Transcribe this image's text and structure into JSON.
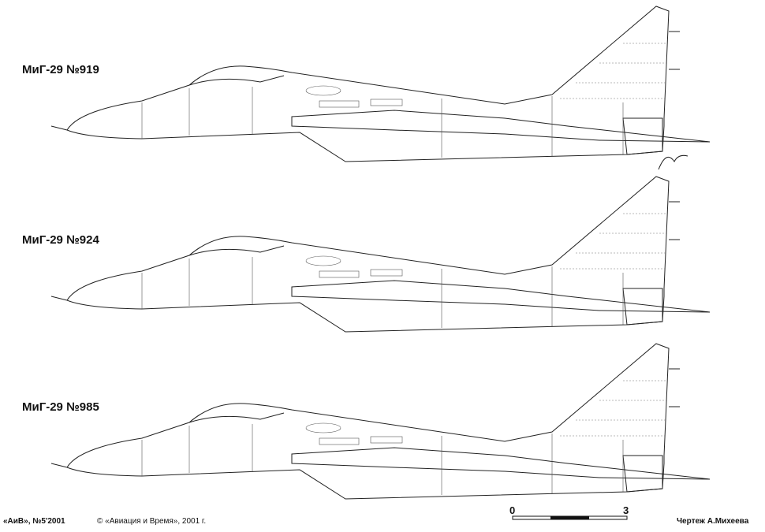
{
  "aircraft": [
    {
      "label": "МиГ-29 №919"
    },
    {
      "label": "МиГ-29 №924"
    },
    {
      "label": "МиГ-29 №985"
    }
  ],
  "footer": {
    "issue": "«АиВ», №5'2001",
    "copyright": "© «Авиация и Время», 2001 г.",
    "author": "Чертеж А.Михеева"
  },
  "scale_bar": {
    "start": "0",
    "end": "3"
  }
}
